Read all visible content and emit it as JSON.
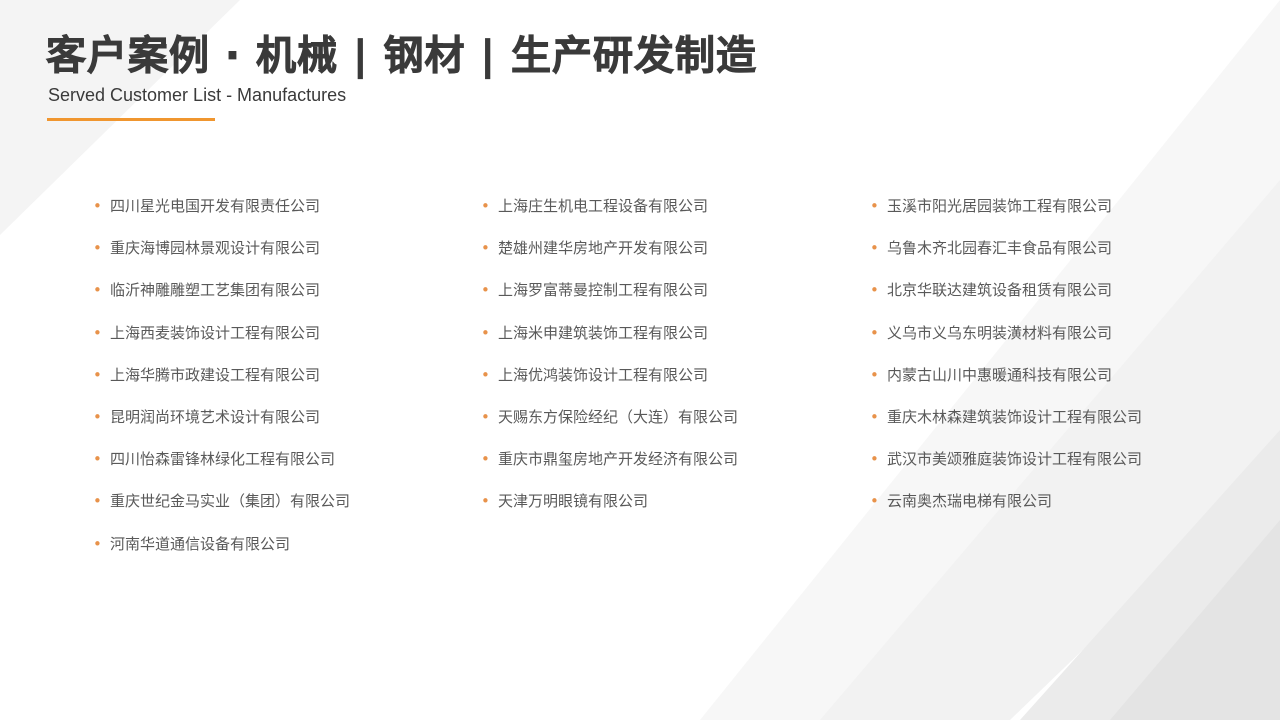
{
  "header": {
    "title": "客户案例 · 机械 | 钢材 | 生产研发制造",
    "subtitle": "Served Customer List - Manufactures"
  },
  "colors": {
    "accent": "#f0962f",
    "bullet": "#e8924a",
    "title_text": "#3a3a3a",
    "body_text": "#595959"
  },
  "clients": {
    "column1": [
      "四川星光电国开发有限责任公司",
      "重庆海博园林景观设计有限公司",
      "临沂神雕雕塑工艺集团有限公司",
      "上海西麦装饰设计工程有限公司",
      "上海华腾市政建设工程有限公司",
      "昆明润尚环境艺术设计有限公司",
      "四川怡森雷锋林绿化工程有限公司",
      "重庆世纪金马实业（集团）有限公司",
      "河南华道通信设备有限公司"
    ],
    "column2": [
      "上海庄生机电工程设备有限公司",
      "楚雄州建华房地产开发有限公司",
      "上海罗富蒂曼控制工程有限公司",
      "上海米申建筑装饰工程有限公司",
      "上海优鸿装饰设计工程有限公司",
      "天赐东方保险经纪（大连）有限公司",
      "重庆市鼎玺房地产开发经济有限公司",
      "天津万明眼镜有限公司"
    ],
    "column3": [
      "玉溪市阳光居园装饰工程有限公司",
      "乌鲁木齐北园春汇丰食品有限公司",
      "北京华联达建筑设备租赁有限公司",
      "义乌市义乌东明装潢材料有限公司",
      "内蒙古山川中惠暖通科技有限公司",
      "重庆木林森建筑装饰设计工程有限公司",
      "武汉市美颂雅庭装饰设计工程有限公司",
      "云南奥杰瑞电梯有限公司"
    ]
  }
}
